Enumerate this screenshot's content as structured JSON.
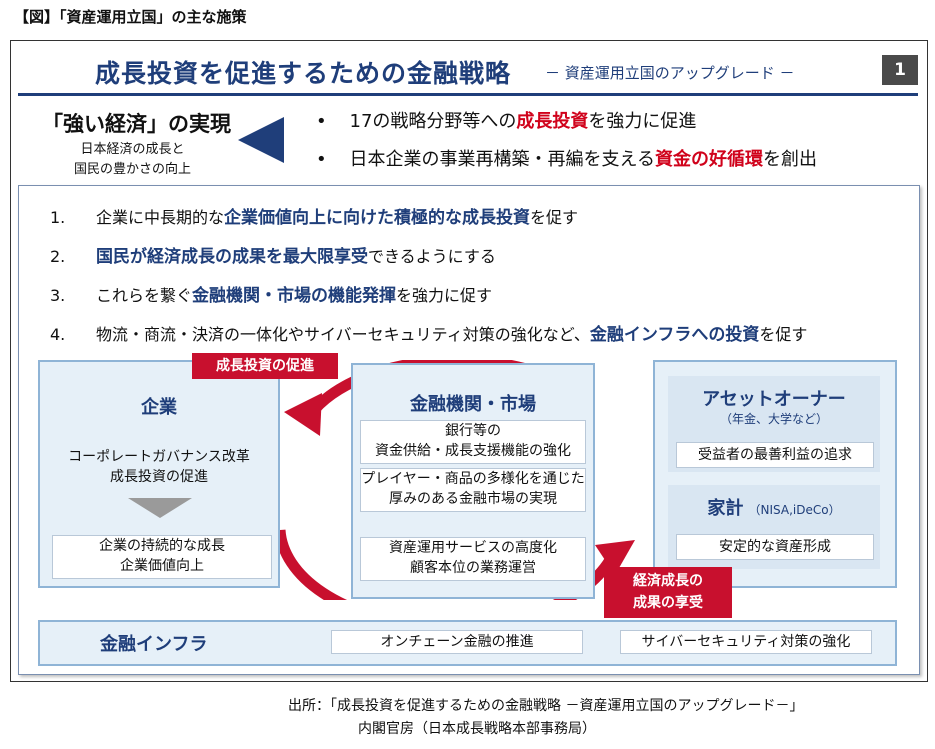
{
  "caption": "【図】「資産運用立国」の主な施策",
  "header": {
    "title": "成長投資を促進するための金融戦略",
    "subtitle": "－ 資産運用立国のアップグレード －",
    "page_number": "1"
  },
  "goal": {
    "title": "「強い経済」の実現",
    "sub1": "日本経済の成長と",
    "sub2": "国民の豊かさの向上"
  },
  "bullets": [
    {
      "dot": "•",
      "pre": "17の戦略分野等への",
      "hl": "成長投資",
      "post": "を強力に促進"
    },
    {
      "dot": "•",
      "pre": "日本企業の事業再構築・再編を支える",
      "hl": "資金の好循環",
      "post": "を創出"
    }
  ],
  "numbered": [
    {
      "n": "1.",
      "pre": "企業に中長期的な",
      "hl": "企業価値向上に向けた積極的な成長投資",
      "post": "を促す"
    },
    {
      "n": "2.",
      "pre": "",
      "hl": "国民が経済成長の成果を最大限享受",
      "post": "できるようにする"
    },
    {
      "n": "3.",
      "pre": "これらを繋ぐ",
      "hl": "金融機関・市場の機能発揮",
      "post": "を強力に促す"
    },
    {
      "n": "4.",
      "pre": "物流・商流・決済の一体化やサイバーセキュリティ対策の強化など、",
      "hl": "金融インフラへの投資",
      "post": "を促す"
    }
  ],
  "company": {
    "title": "企業",
    "line1": "コーポレートガバナンス改革",
    "line2": "成長投資の促進",
    "result1": "企業の持続的な成長",
    "result2": "企業価値向上"
  },
  "finance": {
    "title": "金融機関・市場",
    "items": [
      {
        "l1": "銀行等の",
        "l2": "資金供給・成長支援機能の強化"
      },
      {
        "l1": "プレイヤー・商品の多様化を通じた",
        "l2": "厚みのある金融市場の実現"
      },
      {
        "l1": "資産運用サービスの高度化",
        "l2": "顧客本位の業務運営"
      }
    ]
  },
  "asset_owner": {
    "title": "アセットオーナー",
    "sub": "（年金、大学など）",
    "item": "受益者の最善利益の追求"
  },
  "household": {
    "title": "家計",
    "sub": "（NISA,iDeCo）",
    "item": "安定的な資産形成"
  },
  "labels": {
    "promote": "成長投資の促進",
    "enjoy1": "経済成長の",
    "enjoy2": "成果の享受"
  },
  "infra": {
    "title": "金融インフラ",
    "item1": "オンチェーン金融の推進",
    "item2": "サイバーセキュリティ対策の強化"
  },
  "source": {
    "line1": "出所：「成長投資を促進するための金融戦略 －資産運用立国のアップグレード－」",
    "line2": "内閣官房（日本成長戦略本部事務局）"
  },
  "colors": {
    "navy": "#1f3e7a",
    "red": "#c8102e",
    "light_blue": "#e6f0f8"
  }
}
